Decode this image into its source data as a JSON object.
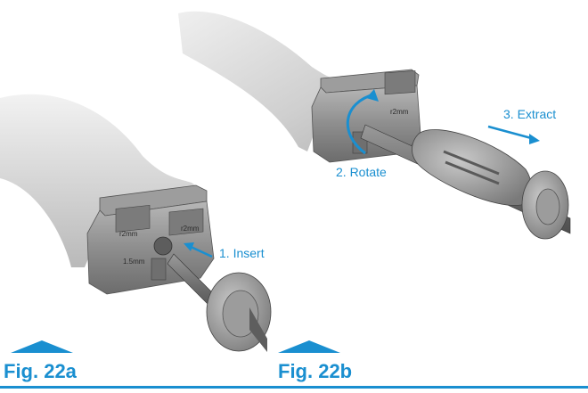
{
  "labels": {
    "insert": "1. Insert",
    "rotate": "2. Rotate",
    "extract": "3. Extract"
  },
  "figures": {
    "a": "Fig. 22a",
    "b": "Fig. 22b"
  },
  "engravings": {
    "left_block_left": "r2mm",
    "left_block_right": "r2mm",
    "right_block_right": "r2mm",
    "small_mark": "1.5mm"
  },
  "colors": {
    "accent": "#1a8fd0",
    "bone": "#cfcfcf",
    "metal": "#8a8a8a"
  }
}
